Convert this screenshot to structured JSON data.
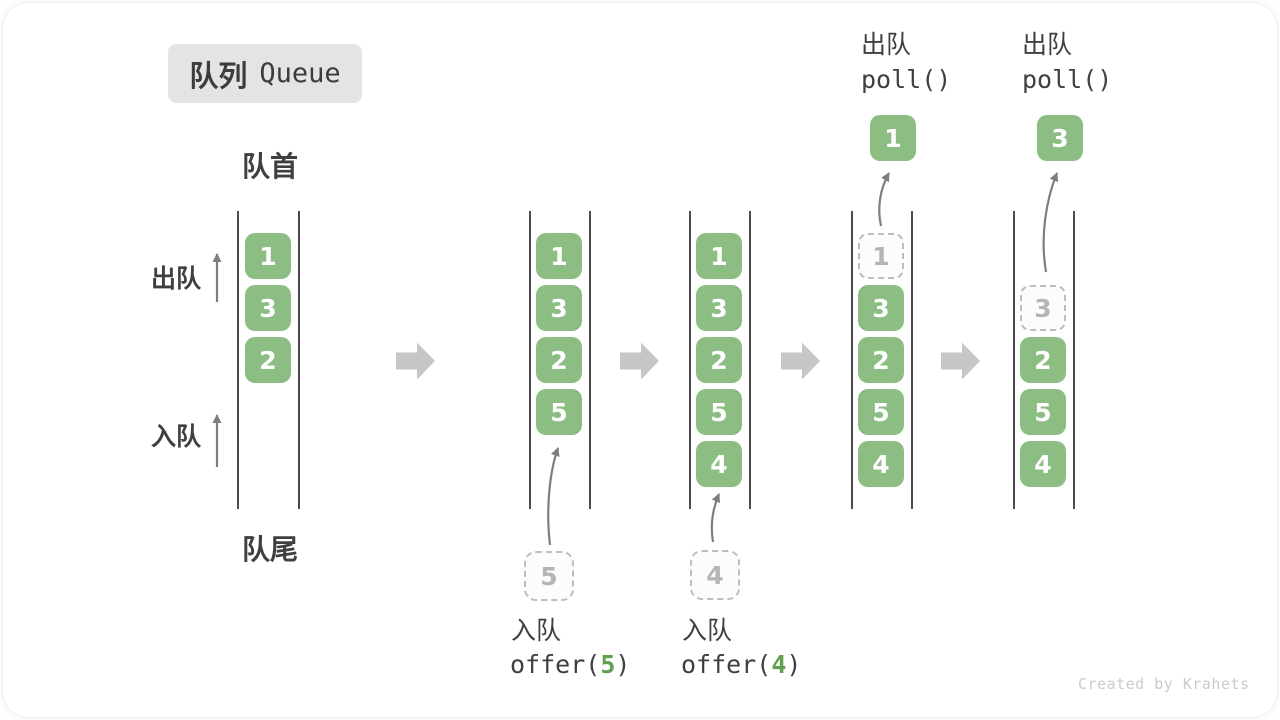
{
  "title": {
    "zh": "队列",
    "en": "Queue"
  },
  "side_labels": {
    "head": "队首",
    "tail": "队尾",
    "dequeue": "出队",
    "enqueue": "入队"
  },
  "colors": {
    "box_green": "#8CBE84",
    "code_green": "#61A14E",
    "flow_arrow_gray": "#C6C6C6",
    "thin_arrow_gray": "#7E7E7E",
    "rail_line": "#4A4A4A",
    "text": "#3F3F3F",
    "dashed_gray": "#BDBDBD",
    "title_bg": "#E4E4E4"
  },
  "icons": {
    "flow": "block-right-arrow-icon",
    "direction": "thin-up-arrow-icon",
    "transfer": "curved-up-arrow-icon"
  },
  "states": [
    {
      "label": "state-1",
      "items": [
        "1",
        "3",
        "2"
      ]
    },
    {
      "label": "state-2",
      "items": [
        "1",
        "3",
        "2",
        "5"
      ],
      "pending": "5",
      "op_zh": "入队",
      "op_fn": "offer(",
      "op_arg": "5",
      "op_close": ")"
    },
    {
      "label": "state-3",
      "items": [
        "1",
        "3",
        "2",
        "5",
        "4"
      ],
      "pending": "4",
      "op_zh": "入队",
      "op_fn": "offer(",
      "op_arg": "4",
      "op_close": ")"
    },
    {
      "label": "state-4",
      "items": [
        "3",
        "2",
        "5",
        "4"
      ],
      "removed": "1",
      "polled": "1",
      "op_zh": "出队",
      "op_fn": "poll()"
    },
    {
      "label": "state-5",
      "items": [
        "2",
        "5",
        "4"
      ],
      "removed": "3",
      "polled": "3",
      "op_zh": "出队",
      "op_fn": "poll()"
    }
  ],
  "watermark": "Created by Krahets"
}
